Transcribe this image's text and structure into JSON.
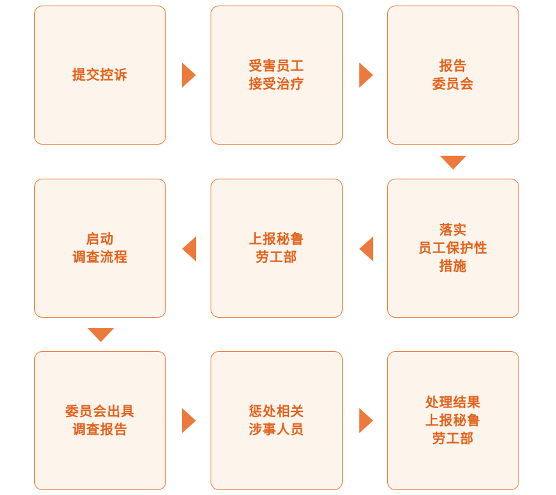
{
  "colors": {
    "accent": "#ec7a3c",
    "text": "#e2611b",
    "card_background": "#fdf4ec"
  },
  "steps": [
    {
      "lines": [
        "提交控诉"
      ]
    },
    {
      "lines": [
        "受害员工",
        "接受治疗"
      ]
    },
    {
      "lines": [
        "报告",
        "委员会"
      ]
    },
    {
      "lines": [
        "落实",
        "员工保护性",
        "措施"
      ]
    },
    {
      "lines": [
        "上报秘鲁",
        "劳工部"
      ]
    },
    {
      "lines": [
        "启动",
        "调查流程"
      ]
    },
    {
      "lines": [
        "委员会出具",
        "调查报告"
      ]
    },
    {
      "lines": [
        "惩处相关",
        "涉事人员"
      ]
    },
    {
      "lines": [
        "处理结果",
        "上报秘鲁",
        "劳工部"
      ]
    }
  ]
}
